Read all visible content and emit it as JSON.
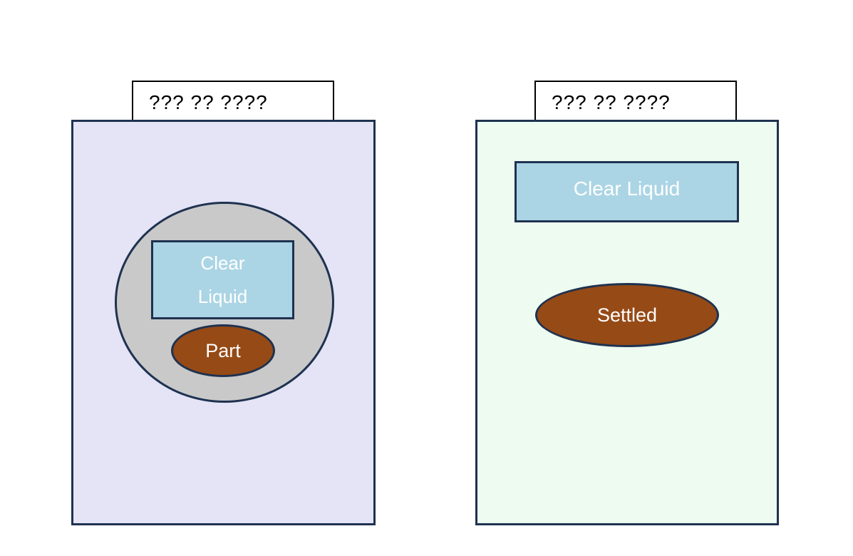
{
  "left_panel": {
    "label_text": "??? ?? ????",
    "clear_liquid_line1": "Clear",
    "clear_liquid_line2": "Liquid",
    "part_label": "Part"
  },
  "right_panel": {
    "label_text": "??? ?? ????",
    "clear_liquid_label": "Clear Liquid",
    "settled_label": "Settled"
  },
  "colors": {
    "left_container_fill": "#e4e4f6",
    "right_container_fill": "#edfbf0",
    "shape_outline": "#1f3250",
    "circle_fill": "#c9c9c9",
    "liquid_fill": "#abd5e5",
    "sediment_fill": "#964a16",
    "label_box_fill": "#ffffff",
    "label_box_border": "#000000",
    "shape_text_color": "#ffffff",
    "label_text_color": "#000000",
    "page_background": "#ffffff"
  }
}
